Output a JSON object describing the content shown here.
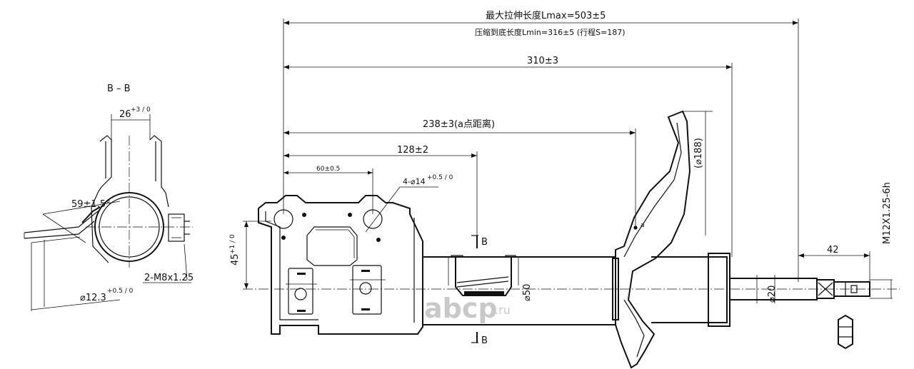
{
  "section_label": "B – B",
  "section_marks": {
    "top": "B",
    "bottom": "B"
  },
  "dims": {
    "lmax": "最大拉伸长度Lmax=503±5",
    "lmin": "压缩到底长度Lmin=316±5 (行程S=187)",
    "d310": "310±3",
    "d238": "238±3(a点距离)",
    "d128": "128±2",
    "d60": "60±0.5",
    "holes": "4-⌀14",
    "holes_tol": "+0.5 / 0",
    "h45": "45",
    "h45_tol": "+1 / 0",
    "dia50": "⌀50",
    "dia20": "⌀20",
    "dia188": "(⌀188)",
    "thread_len": "42",
    "thread": "M12X1.25-6h",
    "point_a": "a",
    "width26": "26",
    "width26_tol": "+3 / 0",
    "angle59": "59±1.5°",
    "bolts": "2-M8x1.25",
    "dia12": "⌀12.3",
    "dia12_tol": "+0.5 / 0"
  },
  "watermark": {
    "logo": "abcp",
    "domain": ".ru"
  },
  "colors": {
    "line": "#111111",
    "watermark": "#c9c9c9",
    "background": "#ffffff"
  }
}
